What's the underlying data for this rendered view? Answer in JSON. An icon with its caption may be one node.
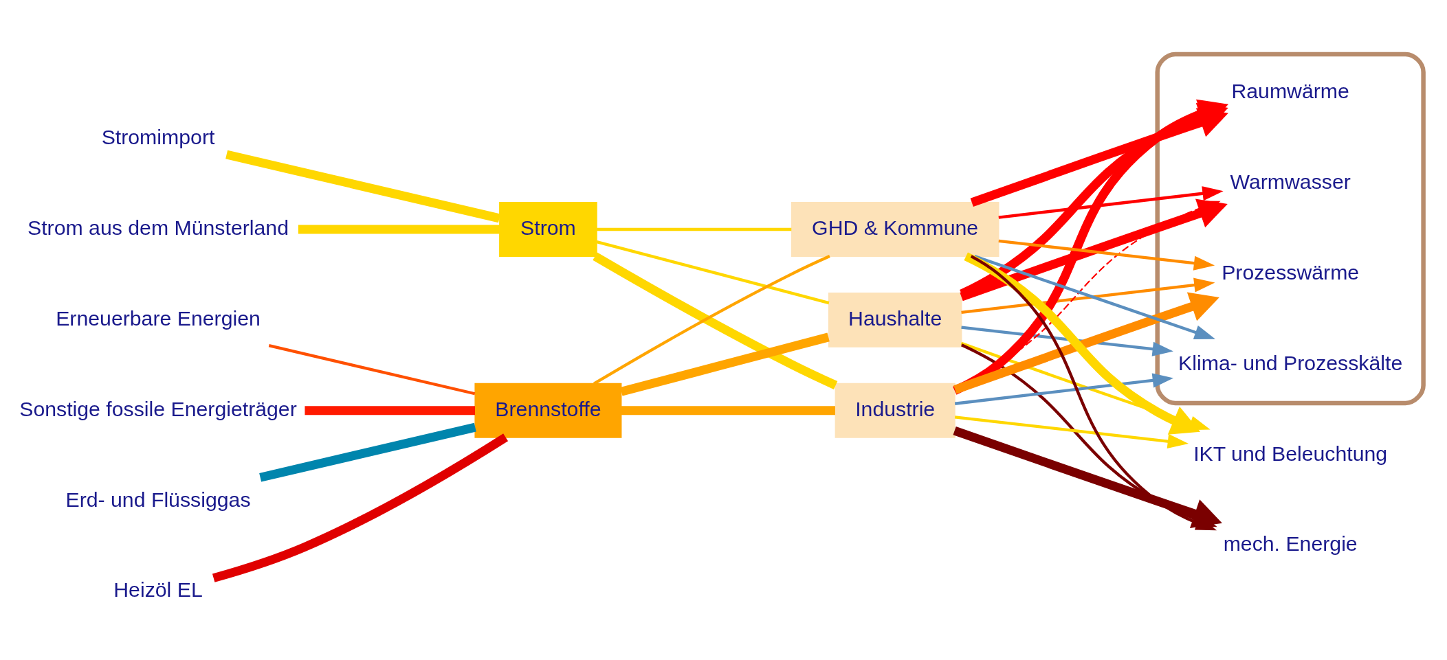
{
  "diagram": {
    "nodes": [
      {
        "text": [
          "Stromimport"
        ]
      },
      {
        "text": [
          "Strom aus dem Münsterland"
        ]
      },
      {
        "text": [
          "Strom"
        ]
      },
      {
        "text": [
          "Erd- und Flüssiggas"
        ]
      },
      {
        "text": [
          "Heizöl EL"
        ]
      },
      {
        "text": [
          "Erneuerbare Energien"
        ]
      },
      {
        "text": [
          "Sonstige fossile Energieträger"
        ]
      },
      {
        "text": [
          "Brennstoffe"
        ]
      },
      {
        "text": [
          "Haushalte"
        ]
      },
      {
        "text": [
          "Industrie"
        ]
      },
      {
        "text": [
          "GHD & Kommune"
        ]
      },
      {
        "text": [],
        "shape": "ellipse"
      },
      {
        "text": [
          "Raumwärme"
        ],
        "in": 11
      },
      {
        "text": [
          "Warmwasser"
        ],
        "in": 11
      },
      {
        "text": [
          "Prozesswärme"
        ],
        "in": 11
      },
      {
        "text": [
          "Klima- und Prozesskälte"
        ],
        "in": 11
      },
      {
        "text": [
          "IKT und Beleuchtung"
        ]
      },
      {
        "text": [
          "mech. Energie"
        ]
      }
    ],
    "edges": [
      {
        "from": 0,
        "to": 2,
        "arrow": "none",
        "style": "thick",
        "color": "#ffd700"
      },
      {
        "from": 1,
        "to": 2,
        "arrow": "none",
        "style": "thick",
        "color": "#ffd700"
      },
      {
        "from": 2,
        "to": 8,
        "arrow": "none",
        "color": "#ffd700"
      },
      {
        "from": 2,
        "to": 9,
        "arrow": "none",
        "style": "thick",
        "color": "#ffd700"
      },
      {
        "from": 2,
        "to": 10,
        "arrow": "none",
        "color": "#ffd700"
      },
      {
        "from": 3,
        "to": 7,
        "arrow": "none",
        "style": "thick",
        "color": "#0085ad"
      },
      {
        "from": 4,
        "to": 7,
        "arrow": "none",
        "style": "thick",
        "color": "#e00000"
      },
      {
        "from": 5,
        "to": 7,
        "arrow": "none",
        "color": "#ff5000"
      },
      {
        "from": 6,
        "to": 7,
        "arrow": "none",
        "style": "thick",
        "color": "#ff1a00"
      },
      {
        "from": 7,
        "to": 8,
        "arrow": "none",
        "style": "thick",
        "color": "#ffa500"
      },
      {
        "from": 7,
        "to": 9,
        "arrow": "none",
        "style": "thick",
        "color": "#ffa500"
      },
      {
        "from": 7,
        "to": 10,
        "arrow": "none",
        "color": "#ffa500"
      },
      {
        "from": 8,
        "to": 12,
        "arrow": "to",
        "style": "thick",
        "color": "#ff0000"
      },
      {
        "from": 8,
        "to": 13,
        "arrow": "to",
        "style": "thick",
        "color": "#ff0000"
      },
      {
        "from": 8,
        "to": 14,
        "arrow": "to",
        "color": "#ff8c00"
      },
      {
        "from": 8,
        "to": 15,
        "arrow": "to",
        "color": "#5b8fbf"
      },
      {
        "from": 8,
        "to": 16,
        "arrow": "to",
        "color": "#ffd700"
      },
      {
        "from": 8,
        "to": 17,
        "arrow": "to",
        "color": "#7a0000"
      },
      {
        "from": 9,
        "to": 12,
        "arrow": "to",
        "style": "thick",
        "color": "#ff0000"
      },
      {
        "from": 9,
        "to": 13,
        "arrow": "to",
        "style": "dashed",
        "color": "#ff0000"
      },
      {
        "from": 9,
        "to": 14,
        "arrow": "to",
        "style": "thick",
        "color": "#ff8c00"
      },
      {
        "from": 9,
        "to": 15,
        "arrow": "to",
        "color": "#5b8fbf"
      },
      {
        "from": 9,
        "to": 16,
        "arrow": "to",
        "color": "#ffd700"
      },
      {
        "from": 9,
        "to": 17,
        "arrow": "to",
        "style": "thick",
        "color": "#7a0000"
      },
      {
        "from": 10,
        "to": 12,
        "arrow": "to",
        "style": "thick",
        "color": "#ff0000"
      },
      {
        "from": 10,
        "to": 13,
        "arrow": "to",
        "color": "#ff0000"
      },
      {
        "from": 10,
        "to": 14,
        "arrow": "to",
        "color": "#ff8c00"
      },
      {
        "from": 10,
        "to": 15,
        "arrow": "to",
        "color": "#5b8fbf"
      },
      {
        "from": 10,
        "to": 16,
        "arrow": "to",
        "style": "thick",
        "color": "#ffd700"
      },
      {
        "from": 10,
        "to": 17,
        "arrow": "to",
        "color": "#7a0000"
      }
    ]
  }
}
